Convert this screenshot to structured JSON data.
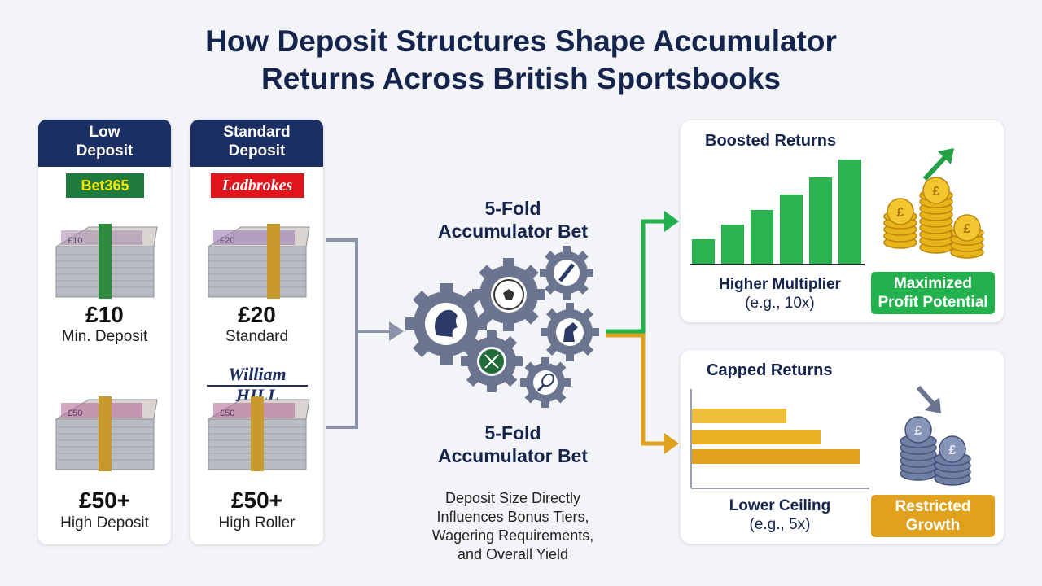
{
  "title": {
    "line1": "How Deposit Structures Shape Accumulator",
    "line2": "Returns Across British Sportsbooks"
  },
  "cards": [
    {
      "header": [
        "Low",
        "Deposit"
      ],
      "top": {
        "logo": "Bet365",
        "note_denom": "£10",
        "amount": "£10",
        "label": "Min. Deposit"
      },
      "bottom": {
        "note_denom": "£50",
        "amount": "£50+",
        "label": "High Deposit"
      }
    },
    {
      "header": [
        "Standard",
        "Deposit"
      ],
      "top": {
        "logo": "Ladbrokes",
        "note_denom": "£20",
        "amount": "£20",
        "label": "Standard"
      },
      "bottom": {
        "logo": "William HILL",
        "note_denom": "£50",
        "amount": "£50+",
        "label": "High Roller"
      }
    }
  ],
  "accumulator": {
    "label_top": [
      "5-Fold",
      "Accumulator Bet"
    ],
    "label_bottom": [
      "5-Fold",
      "Accumulator Bet"
    ],
    "gear_icons": [
      "premier-league-lion-icon",
      "football-icon",
      "cricket-bat-icon",
      "horse-racing-icon",
      "tennis-ball-icon",
      "tennis-racket-icon"
    ],
    "note": [
      "Deposit Size Directly",
      "Influences Bonus Tiers,",
      "Wagering Requirements,",
      "and Overall Yield"
    ]
  },
  "panels": {
    "boosted": {
      "title": "Boosted Returns",
      "caption": "Higher Multiplier",
      "caption_sub": "(e.g., 10x)",
      "badge": [
        "Maximized",
        "Profit Potential"
      ],
      "color": "#22b14c",
      "icon": "rising-arrow-icon"
    },
    "capped": {
      "title": "Capped Returns",
      "caption": "Lower Ceiling",
      "caption_sub": "(e.g., 5x)",
      "badge": [
        "Restricted",
        "Growth"
      ],
      "color": "#e0a21c",
      "icon": "falling-arrow-icon"
    }
  },
  "colors": {
    "navy": "#1b2f63",
    "green": "#22b14c",
    "orange": "#e0a21c",
    "gear": "#6b7590"
  }
}
